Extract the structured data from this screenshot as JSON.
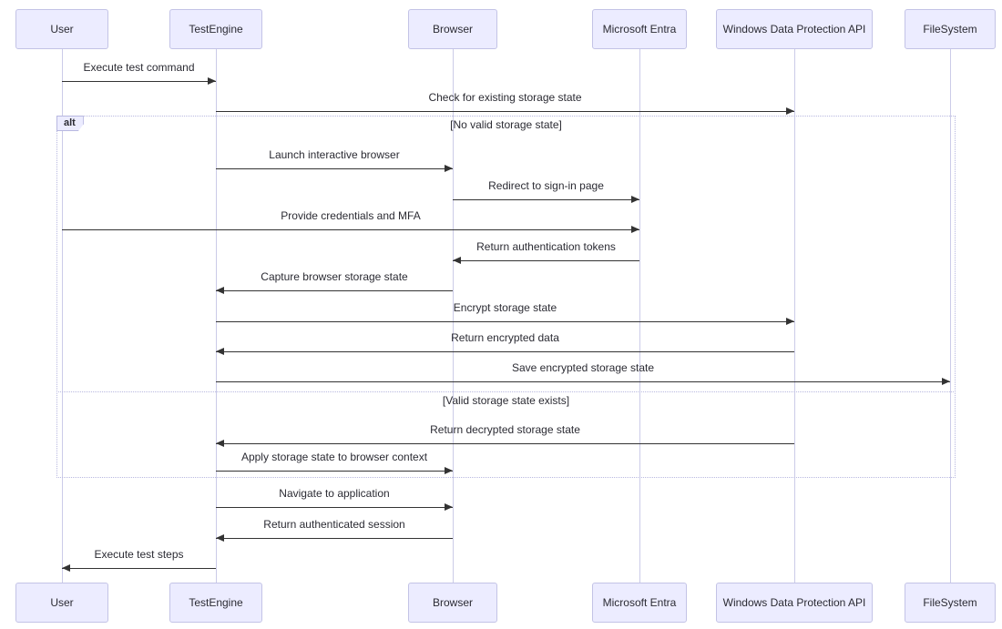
{
  "diagram": {
    "type": "sequence",
    "participants": [
      {
        "name": "User"
      },
      {
        "name": "TestEngine"
      },
      {
        "name": "Browser"
      },
      {
        "name": "Microsoft Entra"
      },
      {
        "name": "Windows Data Protection API"
      },
      {
        "name": "FileSystem"
      }
    ],
    "messages": [
      {
        "label": "Execute test command",
        "from": "User",
        "to": "TestEngine"
      },
      {
        "label": "Check for existing storage state",
        "from": "TestEngine",
        "to": "Windows Data Protection API"
      },
      {
        "label": "Launch interactive browser",
        "from": "TestEngine",
        "to": "Browser"
      },
      {
        "label": "Redirect to sign-in page",
        "from": "Browser",
        "to": "Microsoft Entra"
      },
      {
        "label": "Provide credentials and MFA",
        "from": "User",
        "to": "Microsoft Entra"
      },
      {
        "label": "Return authentication tokens",
        "from": "Microsoft Entra",
        "to": "Browser"
      },
      {
        "label": "Capture browser storage state",
        "from": "Browser",
        "to": "TestEngine"
      },
      {
        "label": "Encrypt storage state",
        "from": "TestEngine",
        "to": "Windows Data Protection API"
      },
      {
        "label": "Return encrypted data",
        "from": "Windows Data Protection API",
        "to": "TestEngine"
      },
      {
        "label": "Save encrypted storage state",
        "from": "TestEngine",
        "to": "FileSystem"
      },
      {
        "label": "Return decrypted storage state",
        "from": "Windows Data Protection API",
        "to": "TestEngine"
      },
      {
        "label": "Apply storage state to browser context",
        "from": "TestEngine",
        "to": "Browser"
      },
      {
        "label": "Navigate to application",
        "from": "TestEngine",
        "to": "Browser"
      },
      {
        "label": "Return authenticated session",
        "from": "Browser",
        "to": "TestEngine"
      },
      {
        "label": "Execute test steps",
        "from": "TestEngine",
        "to": "User"
      }
    ],
    "alt_block": {
      "label": "alt",
      "conditions": [
        {
          "text": "[No valid storage state]"
        },
        {
          "text": "[Valid storage state exists]"
        }
      ]
    }
  },
  "colors": {
    "actor_fill": "#ECECFF",
    "actor_border": "#C3C3E6",
    "lifeline": "#CBCBE8",
    "arrow": "#333333",
    "text": "#2b2b33",
    "alt_border": "#B8B8E0",
    "label_fill": "#ECECFF",
    "bg": "#ffffff"
  }
}
